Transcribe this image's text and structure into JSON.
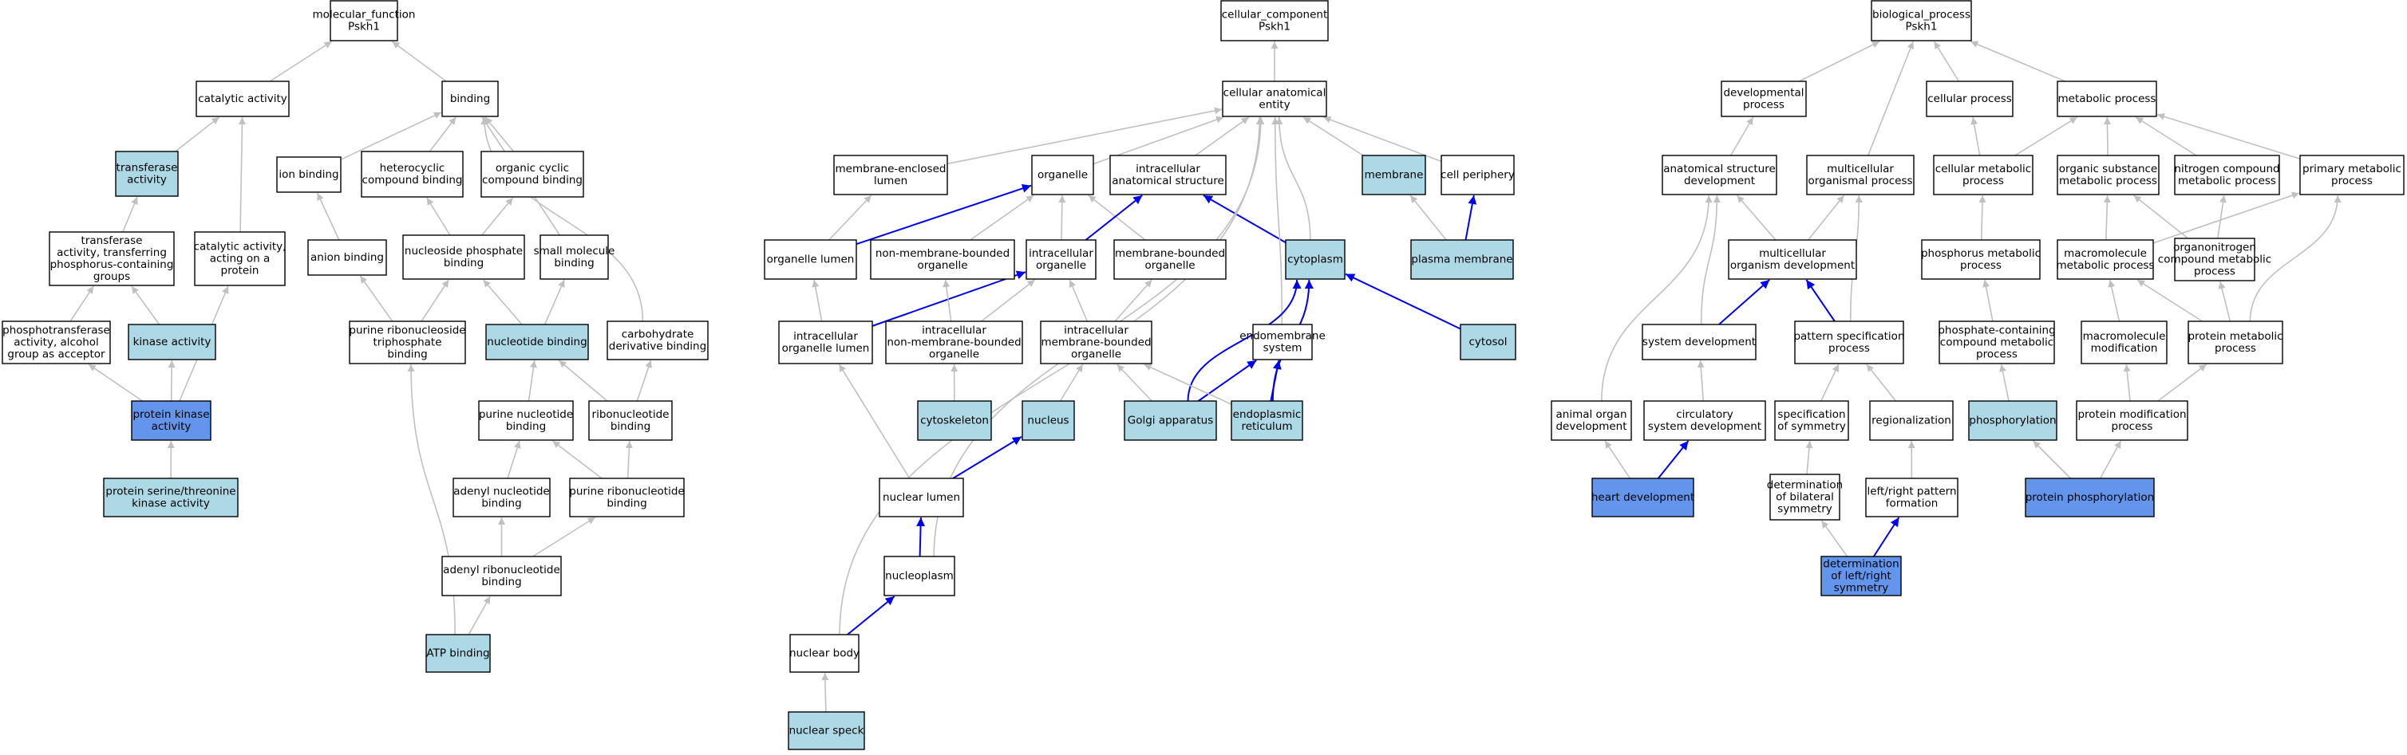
{
  "colors": {
    "plain": "#ffffff",
    "annotated": "#add8e6",
    "direct": "#6495ed",
    "edge_grey": "#c0c0c0",
    "edge_blue": "#0000ee"
  },
  "nodes": {
    "mf": {
      "label": [
        "molecular_function",
        "Pskh1"
      ],
      "kind": "plain"
    },
    "catalytic": {
      "label": [
        "catalytic activity"
      ],
      "kind": "plain"
    },
    "binding": {
      "label": [
        "binding"
      ],
      "kind": "plain"
    },
    "transferase": {
      "label": [
        "transferase",
        "activity"
      ],
      "kind": "annotated"
    },
    "ion_binding": {
      "label": [
        "ion binding"
      ],
      "kind": "plain"
    },
    "heterocyclic": {
      "label": [
        "heterocyclic",
        "compound binding"
      ],
      "kind": "plain"
    },
    "organic_cyclic": {
      "label": [
        "organic cyclic",
        "compound binding"
      ],
      "kind": "plain"
    },
    "transferase_phospho": {
      "label": [
        "transferase",
        "activity, transferring",
        "phosphorus-containing",
        "groups"
      ],
      "kind": "plain"
    },
    "catalytic_protein": {
      "label": [
        "catalytic activity,",
        "acting on a",
        "protein"
      ],
      "kind": "plain"
    },
    "anion_binding": {
      "label": [
        "anion binding"
      ],
      "kind": "plain"
    },
    "nucleoside_phosphate": {
      "label": [
        "nucleoside phosphate",
        "binding"
      ],
      "kind": "plain"
    },
    "small_molecule": {
      "label": [
        "small molecule",
        "binding"
      ],
      "kind": "plain"
    },
    "phosphotransferase": {
      "label": [
        "phosphotransferase",
        "activity, alcohol",
        "group as acceptor"
      ],
      "kind": "plain"
    },
    "kinase": {
      "label": [
        "kinase activity"
      ],
      "kind": "annotated"
    },
    "purine_ribo_triphosphate": {
      "label": [
        "purine ribonucleoside",
        "triphosphate",
        "binding"
      ],
      "kind": "plain"
    },
    "nucleotide_binding": {
      "label": [
        "nucleotide binding"
      ],
      "kind": "annotated"
    },
    "carbohydrate": {
      "label": [
        "carbohydrate",
        "derivative binding"
      ],
      "kind": "plain"
    },
    "protein_kinase": {
      "label": [
        "protein kinase",
        "activity"
      ],
      "kind": "direct"
    },
    "purine_nucleotide": {
      "label": [
        "purine nucleotide",
        "binding"
      ],
      "kind": "plain"
    },
    "ribonucleotide": {
      "label": [
        "ribonucleotide",
        "binding"
      ],
      "kind": "plain"
    },
    "ser_thr_kinase": {
      "label": [
        "protein serine/threonine",
        "kinase activity"
      ],
      "kind": "annotated"
    },
    "adenyl_nucleotide": {
      "label": [
        "adenyl nucleotide",
        "binding"
      ],
      "kind": "plain"
    },
    "purine_ribonucleotide": {
      "label": [
        "purine ribonucleotide",
        "binding"
      ],
      "kind": "plain"
    },
    "adenyl_ribonucleotide": {
      "label": [
        "adenyl ribonucleotide",
        "binding"
      ],
      "kind": "plain"
    },
    "atp_binding": {
      "label": [
        "ATP binding"
      ],
      "kind": "annotated"
    },
    "cc": {
      "label": [
        "cellular_component",
        "Pskh1"
      ],
      "kind": "plain"
    },
    "cae": {
      "label": [
        "cellular anatomical",
        "entity"
      ],
      "kind": "plain"
    },
    "membrane_enclosed": {
      "label": [
        "membrane-enclosed",
        "lumen"
      ],
      "kind": "plain"
    },
    "organelle": {
      "label": [
        "organelle"
      ],
      "kind": "plain"
    },
    "intracellular_structure": {
      "label": [
        "intracellular",
        "anatomical structure"
      ],
      "kind": "plain"
    },
    "membrane": {
      "label": [
        "membrane"
      ],
      "kind": "annotated"
    },
    "cell_periphery": {
      "label": [
        "cell periphery"
      ],
      "kind": "plain"
    },
    "organelle_lumen": {
      "label": [
        "organelle lumen"
      ],
      "kind": "plain"
    },
    "non_membrane_organelle": {
      "label": [
        "non-membrane-bounded",
        "organelle"
      ],
      "kind": "plain"
    },
    "intracellular_organelle": {
      "label": [
        "intracellular",
        "organelle"
      ],
      "kind": "plain"
    },
    "membrane_bounded": {
      "label": [
        "membrane-bounded",
        "organelle"
      ],
      "kind": "plain"
    },
    "cytoplasm": {
      "label": [
        "cytoplasm"
      ],
      "kind": "annotated"
    },
    "plasma_membrane": {
      "label": [
        "plasma membrane"
      ],
      "kind": "annotated"
    },
    "intra_organelle_lumen": {
      "label": [
        "intracellular",
        "organelle lumen"
      ],
      "kind": "plain"
    },
    "intra_non_membrane": {
      "label": [
        "intracellular",
        "non-membrane-bounded",
        "organelle"
      ],
      "kind": "plain"
    },
    "intra_membrane_bounded": {
      "label": [
        "intracellular",
        "membrane-bounded",
        "organelle"
      ],
      "kind": "plain"
    },
    "endomembrane": {
      "label": [
        "endomembrane",
        "system"
      ],
      "kind": "plain"
    },
    "cytosol": {
      "label": [
        "cytosol"
      ],
      "kind": "annotated"
    },
    "cytoskeleton": {
      "label": [
        "cytoskeleton"
      ],
      "kind": "annotated"
    },
    "nucleus": {
      "label": [
        "nucleus"
      ],
      "kind": "annotated"
    },
    "golgi": {
      "label": [
        "Golgi apparatus"
      ],
      "kind": "annotated"
    },
    "er": {
      "label": [
        "endoplasmic",
        "reticulum"
      ],
      "kind": "annotated"
    },
    "nuclear_lumen": {
      "label": [
        "nuclear lumen"
      ],
      "kind": "plain"
    },
    "nucleoplasm": {
      "label": [
        "nucleoplasm"
      ],
      "kind": "plain"
    },
    "nuclear_body": {
      "label": [
        "nuclear body"
      ],
      "kind": "plain"
    },
    "nuclear_speck": {
      "label": [
        "nuclear speck"
      ],
      "kind": "annotated"
    },
    "bp": {
      "label": [
        "biological_process",
        "Pskh1"
      ],
      "kind": "plain"
    },
    "developmental": {
      "label": [
        "developmental",
        "process"
      ],
      "kind": "plain"
    },
    "cellular_process": {
      "label": [
        "cellular process"
      ],
      "kind": "plain"
    },
    "metabolic_process": {
      "label": [
        "metabolic process"
      ],
      "kind": "plain"
    },
    "anatomical_dev": {
      "label": [
        "anatomical structure",
        "development"
      ],
      "kind": "plain"
    },
    "multicellular_process": {
      "label": [
        "multicellular",
        "organismal process"
      ],
      "kind": "plain"
    },
    "cellular_metabolic": {
      "label": [
        "cellular metabolic",
        "process"
      ],
      "kind": "plain"
    },
    "organic_substance": {
      "label": [
        "organic substance",
        "metabolic process"
      ],
      "kind": "plain"
    },
    "nitrogen_compound": {
      "label": [
        "nitrogen compound",
        "metabolic process"
      ],
      "kind": "plain"
    },
    "primary_metabolic": {
      "label": [
        "primary metabolic",
        "process"
      ],
      "kind": "plain"
    },
    "multicellular_dev": {
      "label": [
        "multicellular",
        "organism development"
      ],
      "kind": "plain"
    },
    "phosphorus_metabolic": {
      "label": [
        "phosphorus metabolic",
        "process"
      ],
      "kind": "plain"
    },
    "macromolecule_metabolic": {
      "label": [
        "macromolecule",
        "metabolic process"
      ],
      "kind": "plain"
    },
    "organonitrogen": {
      "label": [
        "organonitrogen",
        "compound metabolic",
        "process"
      ],
      "kind": "plain"
    },
    "system_dev": {
      "label": [
        "system development"
      ],
      "kind": "plain"
    },
    "pattern_spec": {
      "label": [
        "pattern specification",
        "process"
      ],
      "kind": "plain"
    },
    "phosphate_containing": {
      "label": [
        "phosphate-containing",
        "compound metabolic",
        "process"
      ],
      "kind": "plain"
    },
    "macromolecule_mod": {
      "label": [
        "macromolecule",
        "modification"
      ],
      "kind": "plain"
    },
    "protein_metabolic": {
      "label": [
        "protein metabolic",
        "process"
      ],
      "kind": "plain"
    },
    "animal_organ": {
      "label": [
        "animal organ",
        "development"
      ],
      "kind": "plain"
    },
    "circulatory": {
      "label": [
        "circulatory",
        "system development"
      ],
      "kind": "plain"
    },
    "spec_symmetry": {
      "label": [
        "specification",
        "of symmetry"
      ],
      "kind": "plain"
    },
    "regionalization": {
      "label": [
        "regionalization"
      ],
      "kind": "plain"
    },
    "phosphorylation": {
      "label": [
        "phosphorylation"
      ],
      "kind": "annotated"
    },
    "protein_mod": {
      "label": [
        "protein modification",
        "process"
      ],
      "kind": "plain"
    },
    "heart_dev": {
      "label": [
        "heart development"
      ],
      "kind": "direct"
    },
    "bilateral": {
      "label": [
        "determination",
        "of bilateral",
        "symmetry"
      ],
      "kind": "plain"
    },
    "left_right_pattern": {
      "label": [
        "left/right pattern",
        "formation"
      ],
      "kind": "plain"
    },
    "protein_phosphorylation": {
      "label": [
        "protein phosphorylation"
      ],
      "kind": "direct"
    },
    "left_right_symmetry": {
      "label": [
        "determination",
        "of left/right",
        "symmetry"
      ],
      "kind": "direct"
    }
  },
  "edges": [
    [
      "catalytic",
      "mf",
      "grey"
    ],
    [
      "binding",
      "mf",
      "grey"
    ],
    [
      "transferase",
      "catalytic",
      "grey"
    ],
    [
      "catalytic_protein",
      "catalytic",
      "grey"
    ],
    [
      "ion_binding",
      "binding",
      "grey"
    ],
    [
      "heterocyclic",
      "binding",
      "grey"
    ],
    [
      "organic_cyclic",
      "binding",
      "grey"
    ],
    [
      "small_molecule",
      "binding",
      "grey"
    ],
    [
      "carbohydrate",
      "binding",
      "grey"
    ],
    [
      "transferase_phospho",
      "transferase",
      "grey"
    ],
    [
      "phosphotransferase",
      "transferase_phospho",
      "grey"
    ],
    [
      "kinase",
      "transferase_phospho",
      "grey"
    ],
    [
      "anion_binding",
      "ion_binding",
      "grey"
    ],
    [
      "nucleoside_phosphate",
      "heterocyclic",
      "grey"
    ],
    [
      "nucleoside_phosphate",
      "organic_cyclic",
      "grey"
    ],
    [
      "protein_kinase",
      "phosphotransferase",
      "grey"
    ],
    [
      "protein_kinase",
      "kinase",
      "grey"
    ],
    [
      "protein_kinase",
      "catalytic_protein",
      "grey"
    ],
    [
      "ser_thr_kinase",
      "protein_kinase",
      "grey"
    ],
    [
      "purine_ribo_triphosphate",
      "anion_binding",
      "grey"
    ],
    [
      "purine_ribo_triphosphate",
      "nucleoside_phosphate",
      "grey"
    ],
    [
      "nucleotide_binding",
      "nucleoside_phosphate",
      "grey"
    ],
    [
      "nucleotide_binding",
      "small_molecule",
      "grey"
    ],
    [
      "purine_nucleotide",
      "nucleotide_binding",
      "grey"
    ],
    [
      "ribonucleotide",
      "nucleotide_binding",
      "grey"
    ],
    [
      "ribonucleotide",
      "carbohydrate",
      "grey"
    ],
    [
      "adenyl_nucleotide",
      "purine_nucleotide",
      "grey"
    ],
    [
      "purine_ribonucleotide",
      "purine_nucleotide",
      "grey"
    ],
    [
      "purine_ribonucleotide",
      "ribonucleotide",
      "grey"
    ],
    [
      "adenyl_ribonucleotide",
      "adenyl_nucleotide",
      "grey"
    ],
    [
      "adenyl_ribonucleotide",
      "purine_ribonucleotide",
      "grey"
    ],
    [
      "atp_binding",
      "adenyl_ribonucleotide",
      "grey"
    ],
    [
      "atp_binding",
      "purine_ribo_triphosphate",
      "grey"
    ],
    [
      "cae",
      "cc",
      "grey"
    ],
    [
      "membrane_enclosed",
      "cae",
      "grey"
    ],
    [
      "organelle",
      "cae",
      "grey"
    ],
    [
      "intracellular_structure",
      "cae",
      "grey"
    ],
    [
      "membrane",
      "cae",
      "grey"
    ],
    [
      "cell_periphery",
      "cae",
      "grey"
    ],
    [
      "organelle_lumen",
      "membrane_enclosed",
      "grey"
    ],
    [
      "organelle_lumen",
      "organelle",
      "blue"
    ],
    [
      "non_membrane_organelle",
      "organelle",
      "grey"
    ],
    [
      "intracellular_organelle",
      "organelle",
      "grey"
    ],
    [
      "membrane_bounded",
      "organelle",
      "grey"
    ],
    [
      "intracellular_organelle",
      "intracellular_structure",
      "blue"
    ],
    [
      "cytoplasm",
      "intracellular_structure",
      "blue"
    ],
    [
      "plasma_membrane",
      "membrane",
      "grey"
    ],
    [
      "plasma_membrane",
      "cell_periphery",
      "blue"
    ],
    [
      "intra_organelle_lumen",
      "organelle_lumen",
      "grey"
    ],
    [
      "intra_organelle_lumen",
      "intracellular_organelle",
      "blue"
    ],
    [
      "intra_non_membrane",
      "non_membrane_organelle",
      "grey"
    ],
    [
      "intra_non_membrane",
      "intracellular_organelle",
      "grey"
    ],
    [
      "intra_membrane_bounded",
      "intracellular_organelle",
      "grey"
    ],
    [
      "intra_membrane_bounded",
      "membrane_bounded",
      "grey"
    ],
    [
      "endomembrane",
      "cae",
      "grey"
    ],
    [
      "cytoplasm",
      "cae",
      "grey"
    ],
    [
      "cytosol",
      "cytoplasm",
      "blue"
    ],
    [
      "cytoskeleton",
      "intra_non_membrane",
      "grey"
    ],
    [
      "nucleus",
      "intra_membrane_bounded",
      "grey"
    ],
    [
      "golgi",
      "intra_membrane_bounded",
      "grey"
    ],
    [
      "golgi",
      "endomembrane",
      "blue"
    ],
    [
      "golgi",
      "cytoplasm",
      "blue"
    ],
    [
      "er",
      "intra_membrane_bounded",
      "grey"
    ],
    [
      "er",
      "endomembrane",
      "blue"
    ],
    [
      "er",
      "cytoplasm",
      "blue"
    ],
    [
      "nuclear_lumen",
      "intra_organelle_lumen",
      "grey"
    ],
    [
      "nuclear_lumen",
      "nucleus",
      "blue"
    ],
    [
      "nucleoplasm",
      "nuclear_lumen",
      "blue"
    ],
    [
      "nucleoplasm",
      "cae",
      "grey"
    ],
    [
      "nuclear_body",
      "nucleoplasm",
      "blue"
    ],
    [
      "nuclear_body",
      "cae",
      "grey"
    ],
    [
      "nuclear_speck",
      "nuclear_body",
      "grey"
    ],
    [
      "developmental",
      "bp",
      "grey"
    ],
    [
      "cellular_process",
      "bp",
      "grey"
    ],
    [
      "metabolic_process",
      "bp",
      "grey"
    ],
    [
      "multicellular_process",
      "bp",
      "grey"
    ],
    [
      "anatomical_dev",
      "developmental",
      "grey"
    ],
    [
      "cellular_metabolic",
      "cellular_process",
      "grey"
    ],
    [
      "cellular_metabolic",
      "metabolic_process",
      "grey"
    ],
    [
      "organic_substance",
      "metabolic_process",
      "grey"
    ],
    [
      "nitrogen_compound",
      "metabolic_process",
      "grey"
    ],
    [
      "primary_metabolic",
      "metabolic_process",
      "grey"
    ],
    [
      "multicellular_dev",
      "anatomical_dev",
      "grey"
    ],
    [
      "multicellular_dev",
      "multicellular_process",
      "grey"
    ],
    [
      "phosphorus_metabolic",
      "cellular_metabolic",
      "grey"
    ],
    [
      "macromolecule_metabolic",
      "organic_substance",
      "grey"
    ],
    [
      "macromolecule_metabolic",
      "primary_metabolic",
      "grey"
    ],
    [
      "organonitrogen",
      "organic_substance",
      "grey"
    ],
    [
      "organonitrogen",
      "nitrogen_compound",
      "grey"
    ],
    [
      "system_dev",
      "multicellular_dev",
      "blue"
    ],
    [
      "system_dev",
      "anatomical_dev",
      "grey"
    ],
    [
      "pattern_spec",
      "multicellular_dev",
      "blue"
    ],
    [
      "pattern_spec",
      "multicellular_process",
      "grey"
    ],
    [
      "phosphate_containing",
      "phosphorus_metabolic",
      "grey"
    ],
    [
      "macromolecule_mod",
      "macromolecule_metabolic",
      "grey"
    ],
    [
      "protein_metabolic",
      "macromolecule_metabolic",
      "grey"
    ],
    [
      "protein_metabolic",
      "organonitrogen",
      "grey"
    ],
    [
      "protein_metabolic",
      "primary_metabolic",
      "grey"
    ],
    [
      "animal_organ",
      "anatomical_dev",
      "grey"
    ],
    [
      "circulatory",
      "system_dev",
      "grey"
    ],
    [
      "spec_symmetry",
      "pattern_spec",
      "grey"
    ],
    [
      "regionalization",
      "pattern_spec",
      "grey"
    ],
    [
      "phosphorylation",
      "phosphate_containing",
      "grey"
    ],
    [
      "protein_mod",
      "macromolecule_mod",
      "grey"
    ],
    [
      "protein_mod",
      "protein_metabolic",
      "grey"
    ],
    [
      "heart_dev",
      "animal_organ",
      "grey"
    ],
    [
      "heart_dev",
      "circulatory",
      "blue"
    ],
    [
      "bilateral",
      "spec_symmetry",
      "grey"
    ],
    [
      "left_right_pattern",
      "regionalization",
      "grey"
    ],
    [
      "protein_phosphorylation",
      "phosphorylation",
      "grey"
    ],
    [
      "protein_phosphorylation",
      "protein_mod",
      "grey"
    ],
    [
      "left_right_symmetry",
      "bilateral",
      "grey"
    ],
    [
      "left_right_symmetry",
      "left_right_pattern",
      "blue"
    ]
  ]
}
